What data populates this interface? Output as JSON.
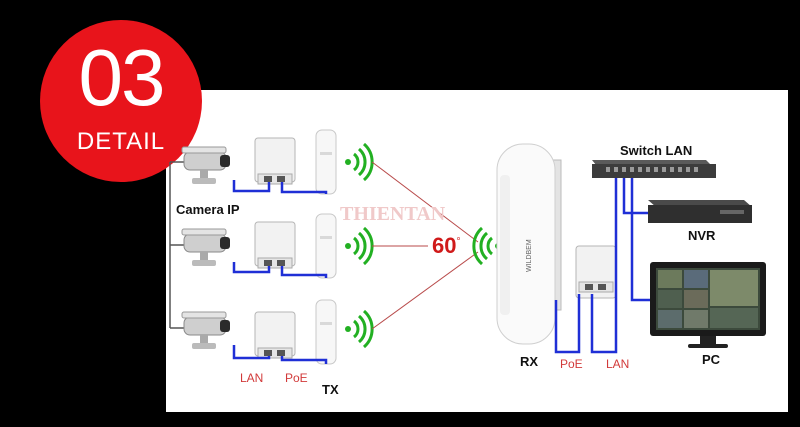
{
  "badge": {
    "number": "03",
    "label": "DETAIL"
  },
  "watermark": "THIENTAN",
  "labels": {
    "camera_ip": "Camera IP",
    "angle": "60",
    "angle_unit": "°",
    "switch": "Switch LAN",
    "nvr": "NVR",
    "pc": "PC",
    "tx": "TX",
    "rx": "RX",
    "lan_left": "LAN",
    "poe_left": "PoE",
    "poe_right": "PoE",
    "lan_right": "LAN",
    "rx_brand": "WILDBEM"
  },
  "colors": {
    "badge": "#e8141b",
    "cable_blue": "#1f2fd6",
    "signal_green": "#22b022",
    "link_red": "#b84a4a",
    "label_red": "#d23a3a"
  }
}
